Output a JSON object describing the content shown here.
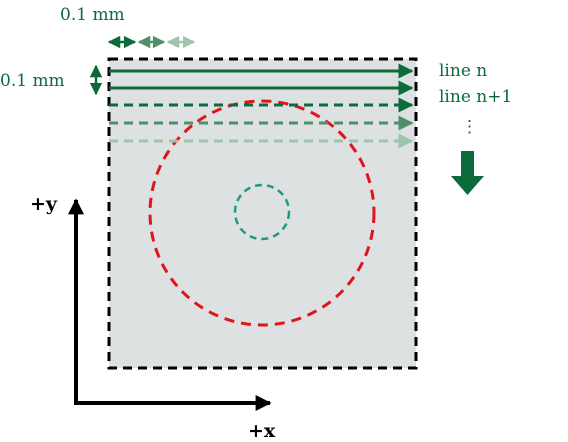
{
  "labels": {
    "top_spacing": "0.1 mm",
    "side_spacing": "0.1 mm",
    "line_n": "line n",
    "line_n_plus_1": "line n+1",
    "ellipsis": "⋮",
    "y_axis": "+y",
    "x_axis": "+x"
  },
  "colors": {
    "scan_green": "#0b6b3a",
    "focus_circle_red": "#e0151b",
    "inner_circle_teal": "#1f9a7a",
    "sample_fill": "#dde1e1",
    "border": "#000000"
  },
  "icons": {
    "scan_direction": "down-arrow-icon"
  }
}
